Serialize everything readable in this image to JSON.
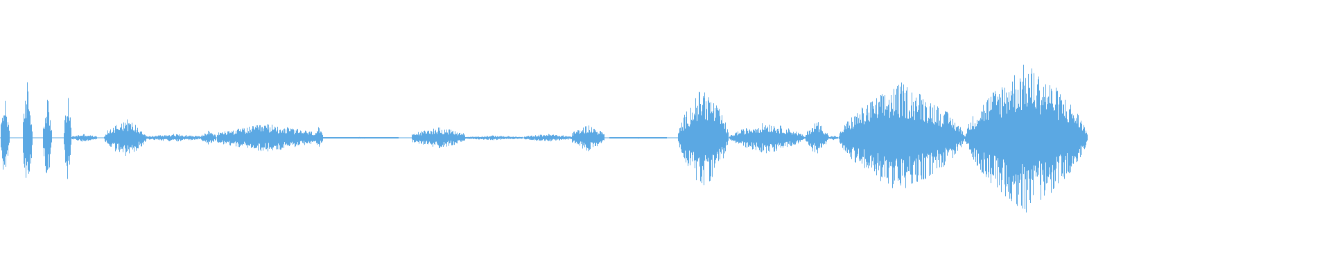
{
  "waveform": {
    "color": "#5ba8e3",
    "background": "#ffffff",
    "duration_fraction_visible": 0.817,
    "segments": [
      {
        "name": "burst-1",
        "start": 0.0,
        "end": 0.0085,
        "peak": 0.55
      },
      {
        "name": "burst-2",
        "start": 0.0205,
        "end": 0.0295,
        "peak": 0.75
      },
      {
        "name": "burst-3",
        "start": 0.039,
        "end": 0.0475,
        "peak": 0.55
      },
      {
        "name": "burst-4",
        "start": 0.0585,
        "end": 0.0655,
        "peak": 0.55
      },
      {
        "name": "tail-1",
        "start": 0.0655,
        "end": 0.088,
        "peak": 0.05
      },
      {
        "name": "burst-5",
        "start": 0.095,
        "end": 0.135,
        "peak": 0.25
      },
      {
        "name": "tail-2",
        "start": 0.135,
        "end": 0.185,
        "peak": 0.05
      },
      {
        "name": "burst-6",
        "start": 0.185,
        "end": 0.198,
        "peak": 0.09
      },
      {
        "name": "burst-7",
        "start": 0.2,
        "end": 0.29,
        "peak": 0.18
      },
      {
        "name": "tail-3",
        "start": 0.29,
        "end": 0.373,
        "peak": 0.01
      },
      {
        "name": "click-1",
        "start": 0.289,
        "end": 0.296,
        "peak": 0.14
      },
      {
        "name": "burst-8",
        "start": 0.379,
        "end": 0.427,
        "peak": 0.14
      },
      {
        "name": "tail-4",
        "start": 0.427,
        "end": 0.48,
        "peak": 0.03
      },
      {
        "name": "burst-9",
        "start": 0.482,
        "end": 0.525,
        "peak": 0.05
      },
      {
        "name": "burst-10",
        "start": 0.526,
        "end": 0.555,
        "peak": 0.17
      },
      {
        "name": "tail-5",
        "start": 0.555,
        "end": 0.618,
        "peak": 0.01
      },
      {
        "name": "burst-11",
        "start": 0.623,
        "end": 0.67,
        "peak": 0.65
      },
      {
        "name": "burst-12",
        "start": 0.67,
        "end": 0.74,
        "peak": 0.2
      },
      {
        "name": "burst-13",
        "start": 0.74,
        "end": 0.762,
        "peak": 0.22
      },
      {
        "name": "tail-6",
        "start": 0.762,
        "end": 0.77,
        "peak": 0.03
      },
      {
        "name": "burst-14",
        "start": 0.771,
        "end": 0.887,
        "peak": 0.7
      },
      {
        "name": "burst-15",
        "start": 0.887,
        "end": 1.0,
        "peak": 0.95
      }
    ]
  }
}
